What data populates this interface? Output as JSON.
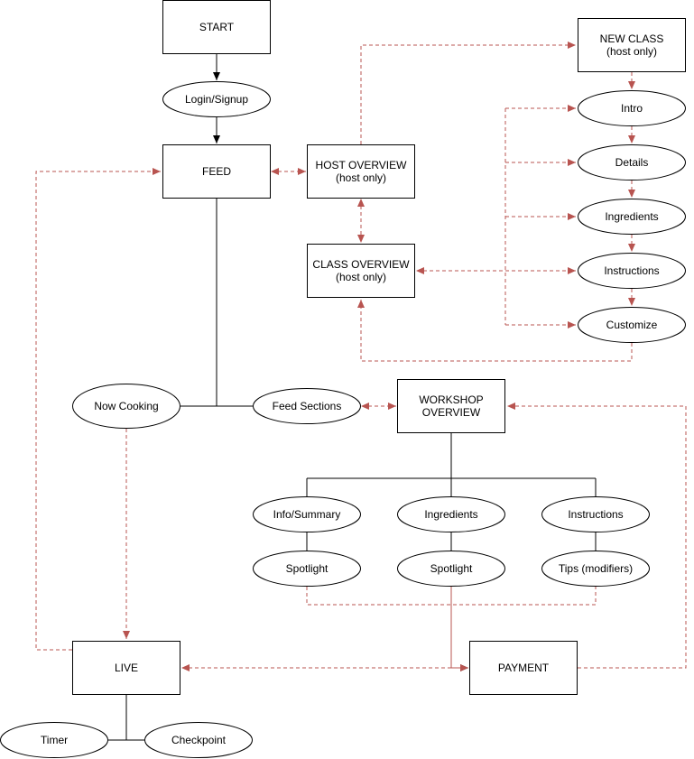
{
  "colors": {
    "stroke": "#000000",
    "fill": "#ffffff",
    "dashed_link": "#b85450",
    "text": "#000000"
  },
  "nodes": {
    "start": {
      "lines": [
        "START"
      ],
      "shape": "rect"
    },
    "login": {
      "lines": [
        "Login/Signup"
      ],
      "shape": "ellipse"
    },
    "feed": {
      "lines": [
        "FEED"
      ],
      "shape": "rect"
    },
    "host_overview": {
      "lines": [
        "HOST OVERVIEW",
        "(host only)"
      ],
      "shape": "rect"
    },
    "class_overview": {
      "lines": [
        "CLASS OVERVIEW",
        "(host only)"
      ],
      "shape": "rect"
    },
    "new_class": {
      "lines": [
        "NEW CLASS",
        "(host only)"
      ],
      "shape": "rect"
    },
    "intro": {
      "lines": [
        "Intro"
      ],
      "shape": "ellipse"
    },
    "details": {
      "lines": [
        "Details"
      ],
      "shape": "ellipse"
    },
    "nc_ingredients": {
      "lines": [
        "Ingredients"
      ],
      "shape": "ellipse"
    },
    "nc_instructions": {
      "lines": [
        "Instructions"
      ],
      "shape": "ellipse"
    },
    "customize": {
      "lines": [
        "Customize"
      ],
      "shape": "ellipse"
    },
    "now_cooking": {
      "lines": [
        "Now Cooking"
      ],
      "shape": "ellipse"
    },
    "feed_sections": {
      "lines": [
        "Feed Sections"
      ],
      "shape": "ellipse"
    },
    "workshop_overview": {
      "lines": [
        "WORKSHOP",
        "OVERVIEW"
      ],
      "shape": "rect"
    },
    "info_summary": {
      "lines": [
        "Info/Summary"
      ],
      "shape": "ellipse"
    },
    "ws_ingredients": {
      "lines": [
        "Ingredients"
      ],
      "shape": "ellipse"
    },
    "ws_instructions": {
      "lines": [
        "Instructions"
      ],
      "shape": "ellipse"
    },
    "spotlight_1": {
      "lines": [
        "Spotlight"
      ],
      "shape": "ellipse"
    },
    "spotlight_2": {
      "lines": [
        "Spotlight"
      ],
      "shape": "ellipse"
    },
    "tips": {
      "lines": [
        "Tips (modifiers)"
      ],
      "shape": "ellipse"
    },
    "live": {
      "lines": [
        "LIVE"
      ],
      "shape": "rect"
    },
    "payment": {
      "lines": [
        "PAYMENT"
      ],
      "shape": "rect"
    },
    "timer": {
      "lines": [
        "Timer"
      ],
      "shape": "ellipse"
    },
    "checkpoint": {
      "lines": [
        "Checkpoint"
      ],
      "shape": "ellipse"
    }
  }
}
